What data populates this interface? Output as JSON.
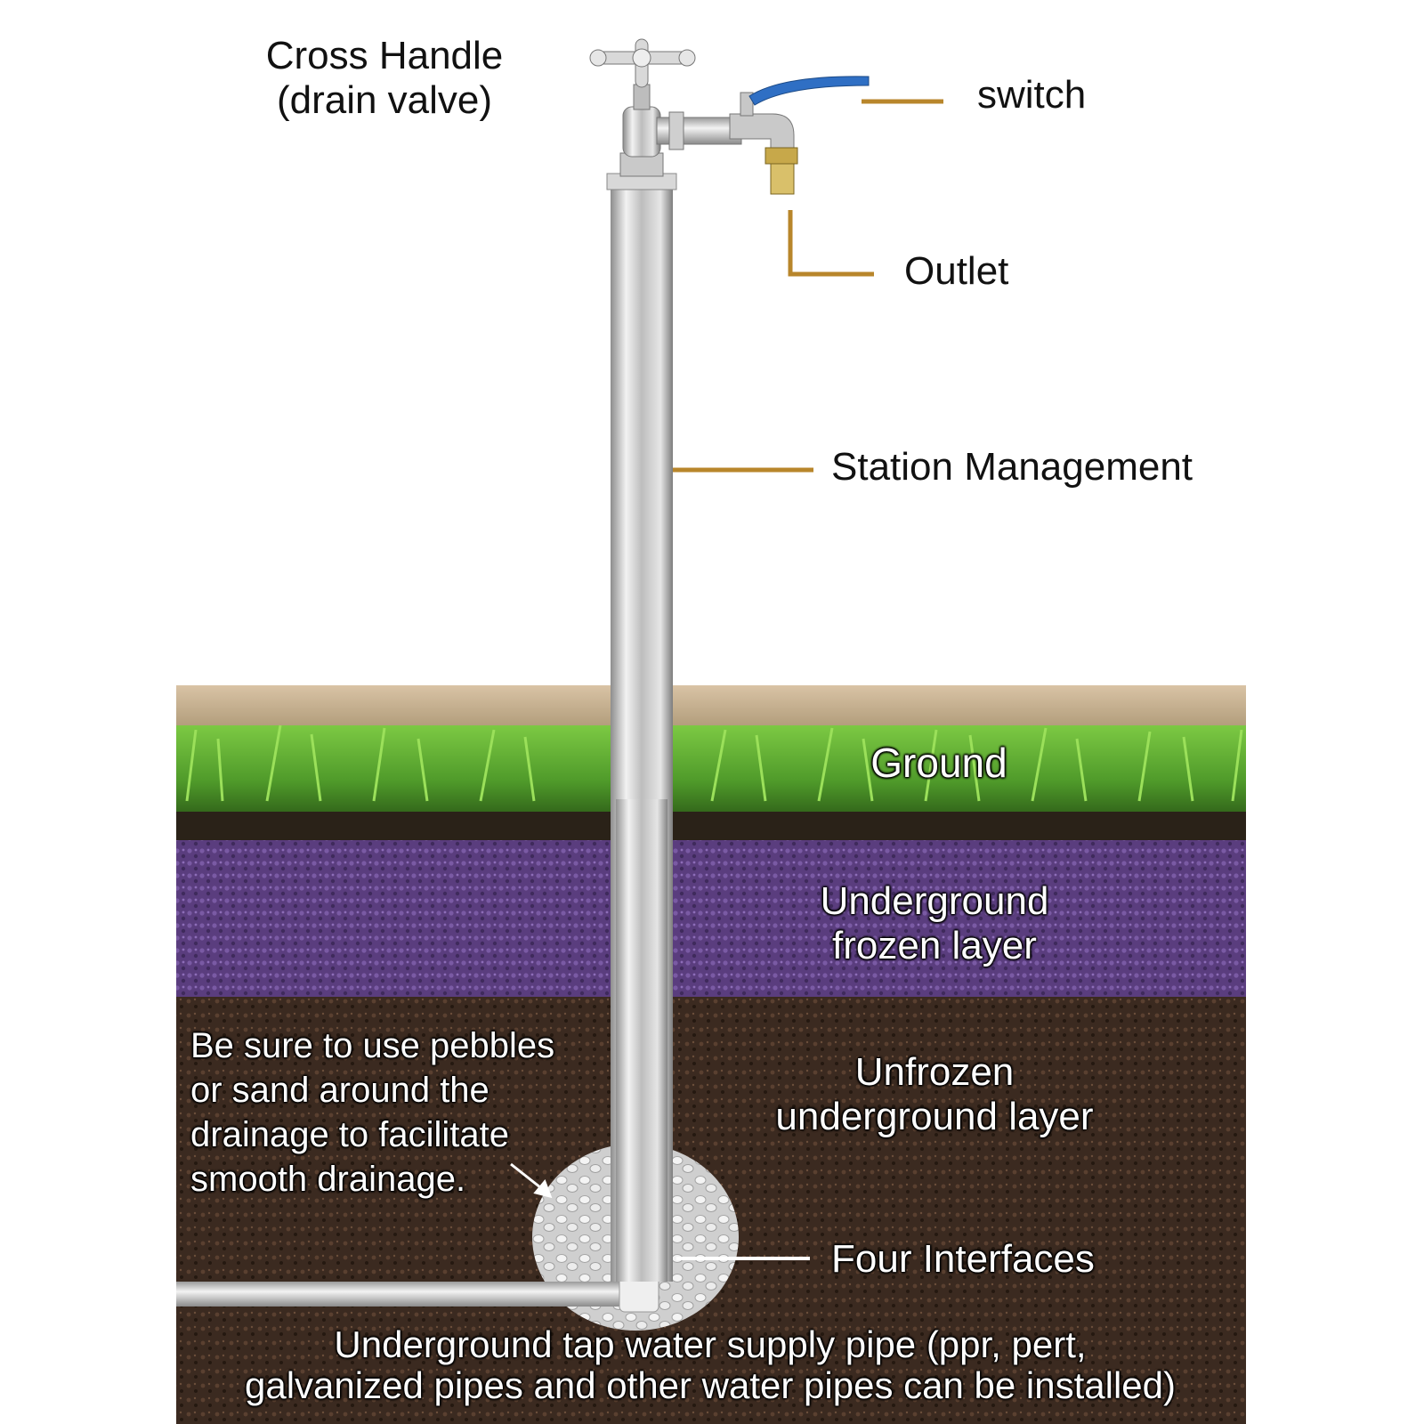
{
  "diagram": {
    "labels": {
      "cross_handle": "Cross Handle\n(drain valve)",
      "cross_handle_line1": "Cross Handle",
      "cross_handle_line2": "(drain valve)",
      "switch": "switch",
      "outlet": "Outlet",
      "station_management": "Station Management",
      "ground": "Ground",
      "frozen_line1": "Underground",
      "frozen_line2": "frozen layer",
      "unfrozen_line1": "Unfrozen",
      "unfrozen_line2": "underground layer",
      "pebbles_line1": "Be sure to use pebbles",
      "pebbles_line2": "or sand around the",
      "pebbles_line3": "drainage to facilitate",
      "pebbles_line4": "smooth drainage.",
      "four_interfaces": "Four Interfaces",
      "supply_line1": "Underground tap water supply pipe (ppr, pert,",
      "supply_line2": "galvanized pipes and other water pipes can be installed)"
    },
    "colors": {
      "leader_line": "#b8862b",
      "grass": "#4f9a2a",
      "frozen_layer": "#5a3d7e",
      "unfrozen_layer": "#3b2a20",
      "pipe": "#c9c9c9",
      "switch_handle": "#2f6fc4"
    }
  }
}
